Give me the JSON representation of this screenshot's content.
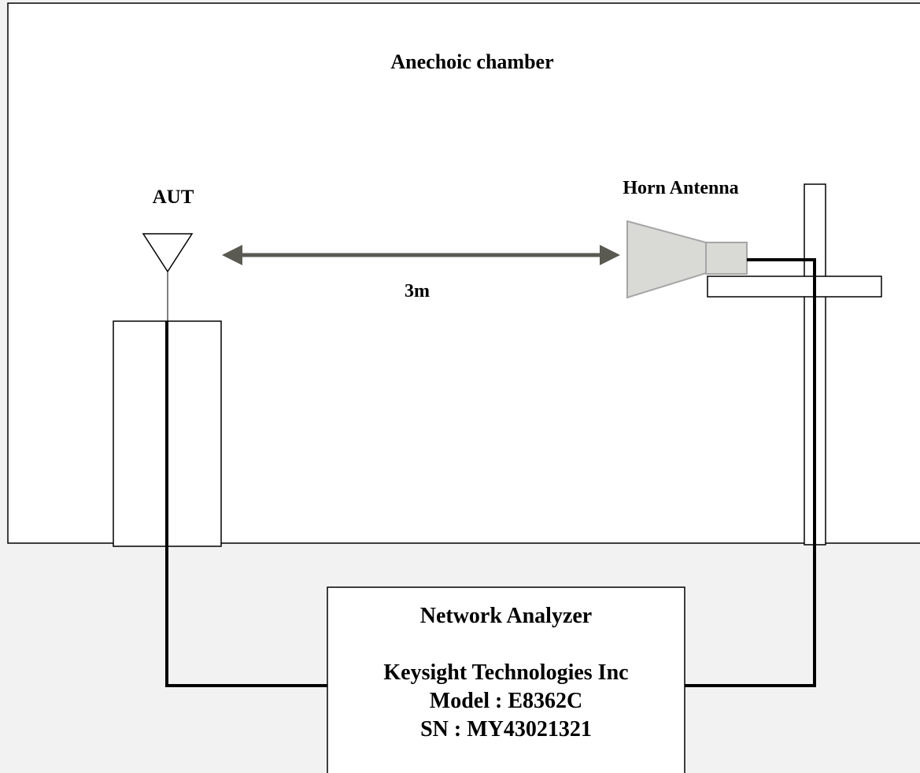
{
  "chamber": {
    "title": "Anechoic chamber"
  },
  "aut": {
    "label": "AUT"
  },
  "horn": {
    "label": "Horn Antenna"
  },
  "distance": {
    "label": "3m"
  },
  "analyzer": {
    "title": "Network Analyzer",
    "manufacturer": "Keysight Technologies Inc",
    "model": "Model : E8362C",
    "serial": "SN : MY43021321"
  },
  "colors": {
    "background": "#f2f2f2",
    "chamber_fill": "#ffffff",
    "arrow": "#5a5a52",
    "horn_fill": "#d9d9d6",
    "horn_stroke": "#a6a6a6",
    "cable": "#000000"
  }
}
